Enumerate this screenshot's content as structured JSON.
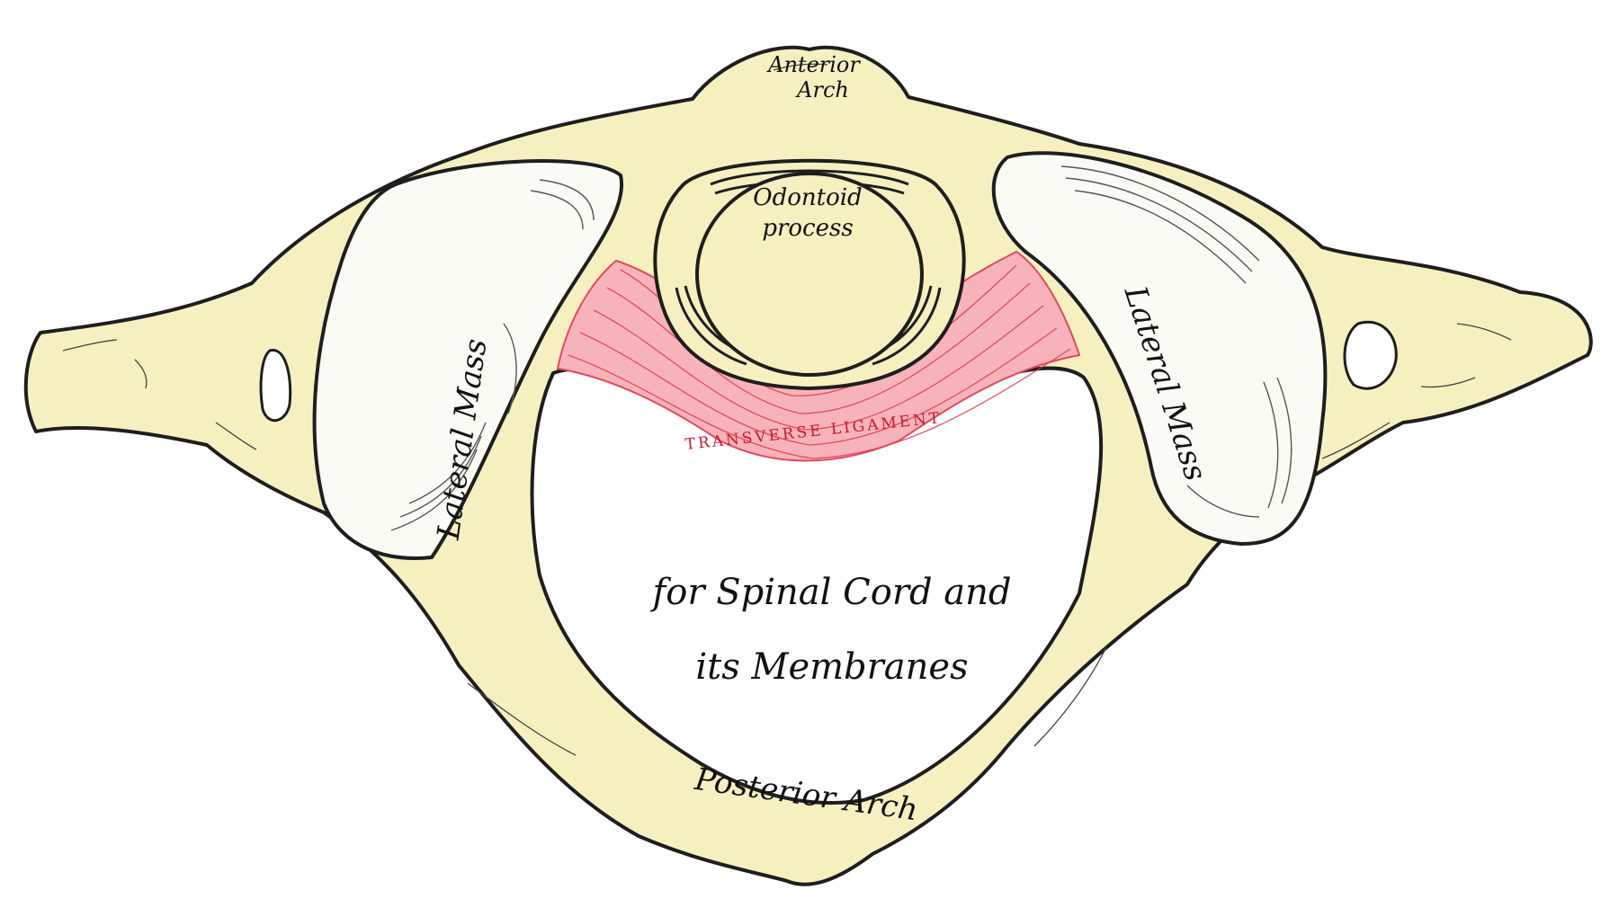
{
  "figure": {
    "colors": {
      "bone": "#f6f0c0",
      "outline": "#1e1e1e",
      "facet": "#fbfbf6",
      "ligament": "#f07a88",
      "ligament_fill": "#f7b3b9",
      "label": "#111111",
      "ligament_label": "#c8182a"
    },
    "labels": {
      "anterior_arch_line1": "Anterior",
      "anterior_arch_line2": "Arch",
      "odontoid_line1": "Odontoid",
      "odontoid_line2": "process",
      "lateral_mass_left": "Lateral Mass",
      "lateral_mass_right": "Lateral Mass",
      "transverse_ligament": "TRANSVERSE LIGAMENT",
      "canal_line1": "for Spinal Cord and",
      "canal_line2": "its Membranes",
      "posterior_arch": "Posterior Arch"
    }
  }
}
